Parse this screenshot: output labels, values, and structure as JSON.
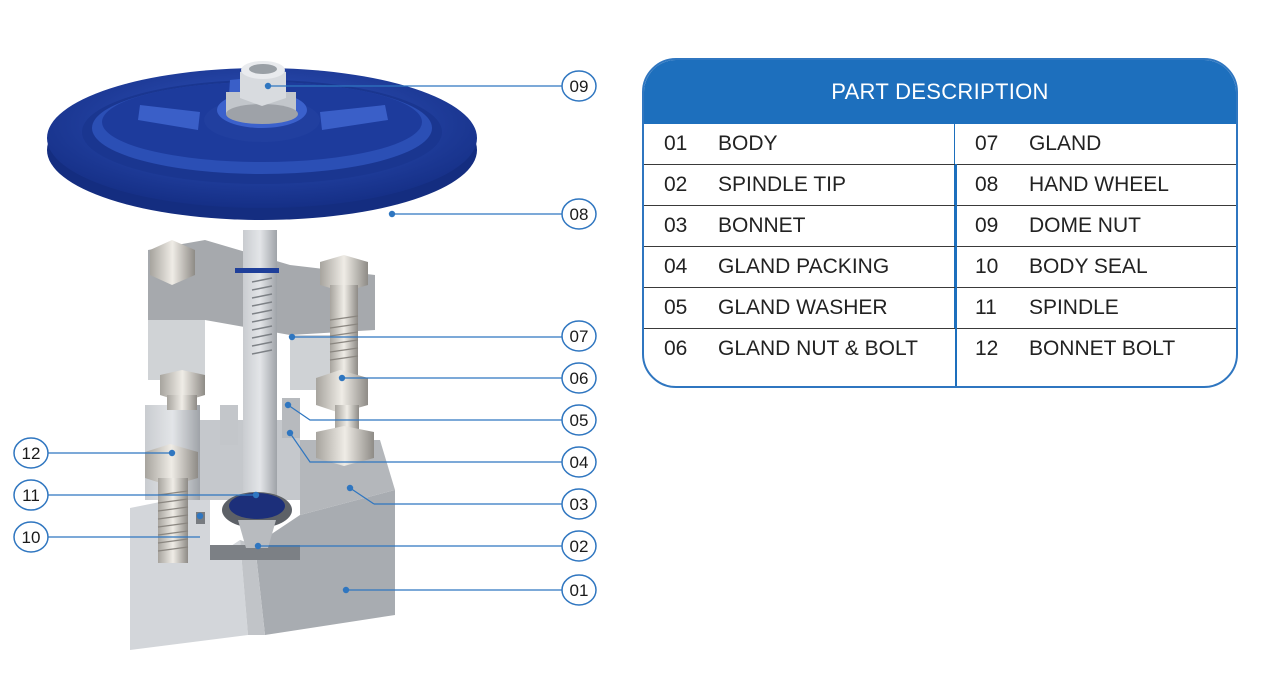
{
  "table": {
    "title": "PART DESCRIPTION",
    "left": [
      {
        "num": "01",
        "name": "BODY"
      },
      {
        "num": "02",
        "name": "SPINDLE TIP"
      },
      {
        "num": "03",
        "name": "BONNET"
      },
      {
        "num": "04",
        "name": "GLAND PACKING"
      },
      {
        "num": "05",
        "name": "GLAND WASHER"
      },
      {
        "num": "06",
        "name": "GLAND NUT & BOLT"
      }
    ],
    "right": [
      {
        "num": "07",
        "name": "GLAND"
      },
      {
        "num": "08",
        "name": "HAND WHEEL"
      },
      {
        "num": "09",
        "name": "DOME NUT"
      },
      {
        "num": "10",
        "name": "BODY SEAL"
      },
      {
        "num": "11",
        "name": "SPINDLE"
      },
      {
        "num": "12",
        "name": "BONNET BOLT"
      }
    ]
  },
  "callouts": {
    "c01": "01",
    "c02": "02",
    "c03": "03",
    "c04": "04",
    "c05": "05",
    "c06": "06",
    "c07": "07",
    "c08": "08",
    "c09": "09",
    "c10": "10",
    "c11": "11",
    "c12": "12"
  },
  "colors": {
    "accent": "#1d6fbd",
    "wheel": "#1f3f9a",
    "steel": "#b9bcc0",
    "leader": "#2f76c0"
  }
}
